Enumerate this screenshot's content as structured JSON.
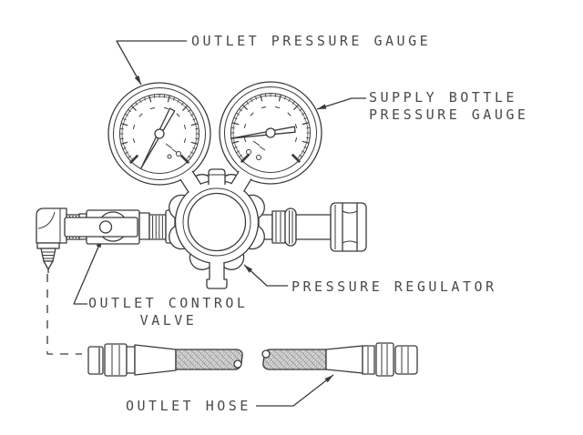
{
  "diagram": {
    "type": "technical-line-drawing",
    "labels": {
      "outlet_pressure_gauge": "OUTLET PRESSURE GAUGE",
      "supply_bottle_line1": "SUPPLY BOTTLE",
      "supply_bottle_line2": "PRESSURE GAUGE",
      "pressure_regulator": "PRESSURE REGULATOR",
      "outlet_control_line1": "OUTLET CONTROL",
      "outlet_control_line2": "VALVE",
      "outlet_hose": "OUTLET HOSE"
    },
    "colors": {
      "line": "#3a3a3a",
      "text": "#4a4a4a",
      "background": "#ffffff",
      "braid_fill": "#dcdcdc",
      "braid_line": "#9f9f9f"
    }
  }
}
